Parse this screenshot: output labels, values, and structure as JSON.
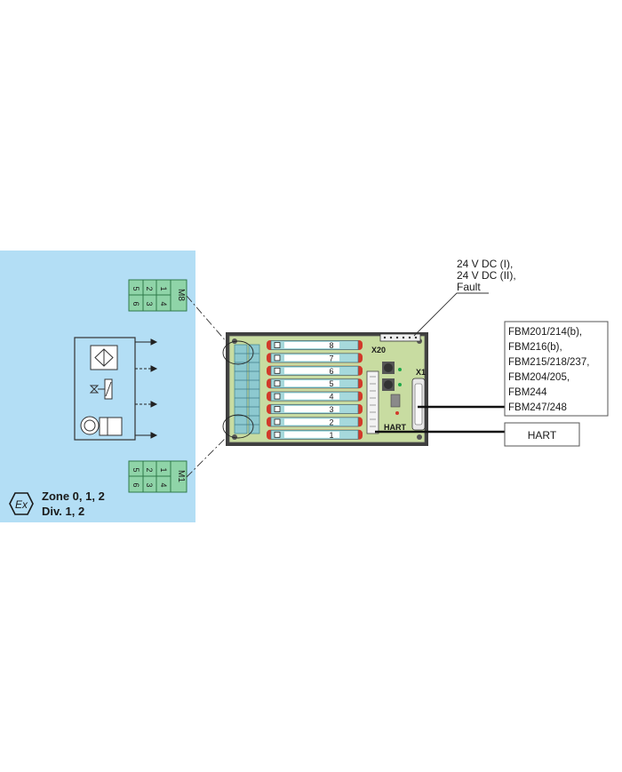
{
  "zone": {
    "line1": "Zone 0, 1, 2",
    "line2": "Div. 1, 2",
    "symbol": "Ex"
  },
  "terminal_top": {
    "cells": [
      "5",
      "6",
      "2",
      "3",
      "1",
      "4"
    ],
    "label": "M8"
  },
  "terminal_bottom": {
    "cells": [
      "5",
      "6",
      "2",
      "3",
      "1",
      "4"
    ],
    "label": "M1"
  },
  "board": {
    "x20_label": "X20",
    "x1_label": "X1",
    "hart_label": "HART",
    "slot_numbers": [
      "8",
      "7",
      "6",
      "5",
      "4",
      "3",
      "2",
      "1"
    ]
  },
  "power_note": {
    "lines": [
      "24 V DC (I),",
      "24 V DC (II),",
      "Fault"
    ]
  },
  "fbm_box": {
    "lines": [
      "FBM201/214(b),",
      "FBM216(b),",
      "FBM215/218/237,",
      "FBM204/205,",
      "FBM244",
      "FBM247/248"
    ]
  },
  "hart_box": {
    "label": "HART"
  },
  "colors": {
    "hazard_zone": "#b3def5",
    "board": "#c8dca1",
    "slot": "#a6d9dc",
    "terminal_green": "#8fd4a8",
    "red_tab": "#d23a2a"
  }
}
